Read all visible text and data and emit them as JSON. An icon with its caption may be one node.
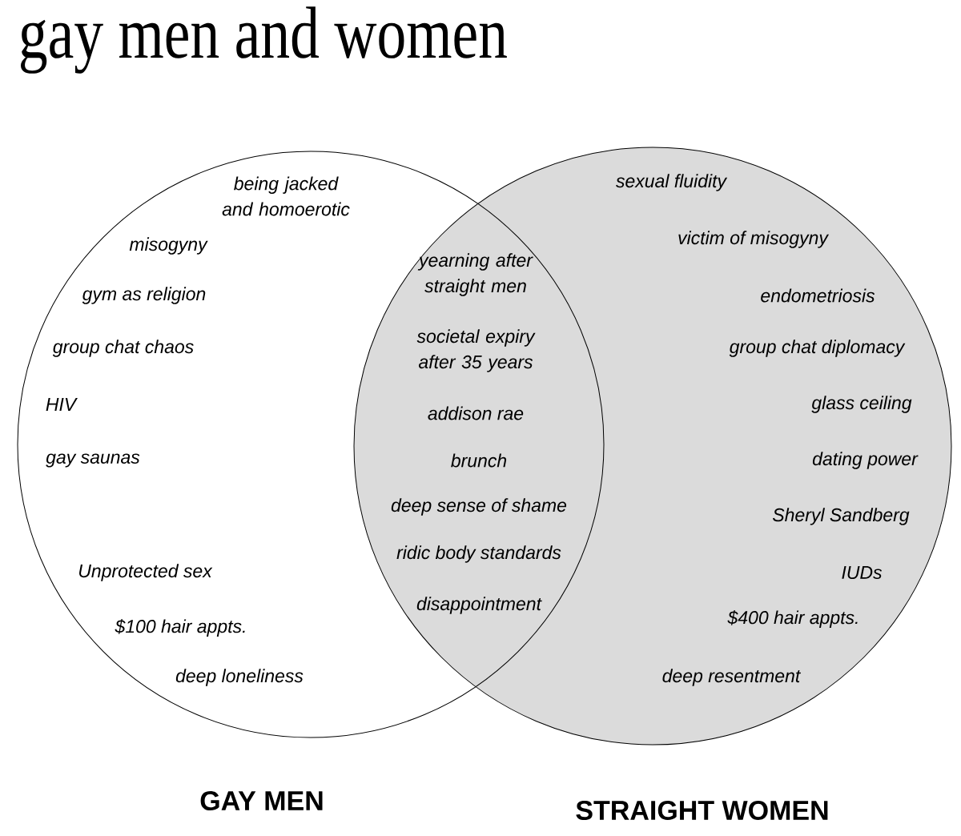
{
  "diagram": {
    "title": "gay men and women",
    "nodes": [
      {
        "text": [
          "GAY MEN"
        ]
      },
      {
        "text": [
          "STRAIGHT WOMEN"
        ]
      }
    ],
    "labels": [
      "being jacked and homoerotic",
      "misogyny",
      "gym as religion",
      "group chat chaos",
      "HIV",
      "gay saunas",
      "Unprotected sex",
      "$100 hair appts.",
      "deep loneliness",
      "yearning after straight men",
      "societal expiry after 35 years",
      "addison rae",
      "brunch",
      "deep sense of shame",
      "ridic body standards",
      "disappointment",
      "sexual fluidity",
      "victim of misogyny",
      "endometriosis",
      "group chat diplomacy",
      "glass ceiling",
      "dating power",
      "Sheryl Sandberg",
      "IUDs",
      "$400 hair appts.",
      "deep resentment"
    ]
  }
}
